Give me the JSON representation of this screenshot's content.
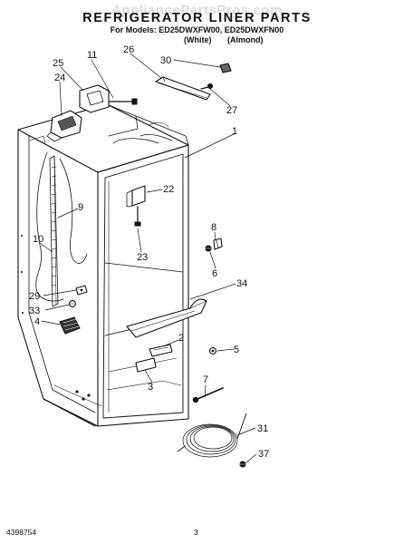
{
  "header": {
    "title": "REFRIGERATOR LINER PARTS",
    "watermark": "AppliancePartsPros.com",
    "models_line": "For Models: ED25DWXFW00, ED25DWXFN00",
    "variant_white": "(White)",
    "variant_almond": "(Almond)"
  },
  "callouts": [
    "1",
    "2",
    "3",
    "4",
    "5",
    "6",
    "7",
    "8",
    "9",
    "10",
    "11",
    "22",
    "23",
    "24",
    "25",
    "26",
    "27",
    "29",
    "30",
    "31",
    "33",
    "34",
    "37"
  ],
  "footer": {
    "doc_number": "4398754",
    "page_number": "3"
  }
}
